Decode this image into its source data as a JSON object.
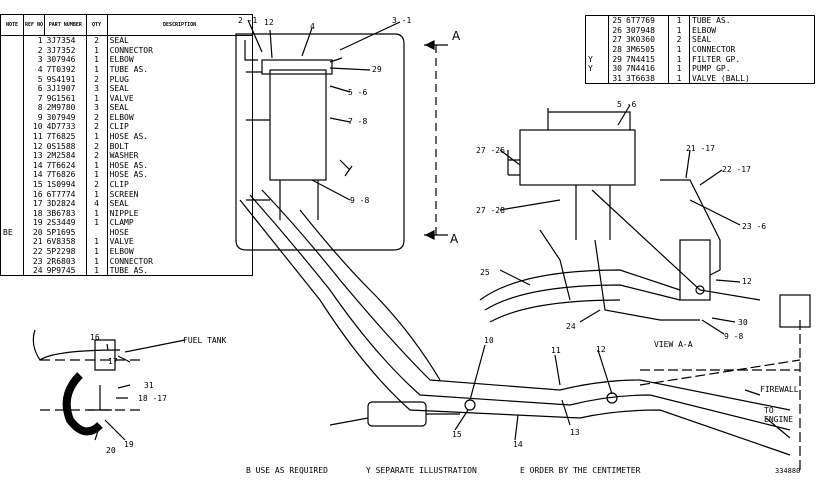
{
  "parts_table_left": {
    "headers": {
      "note": "NOTE",
      "ref": "REF NO",
      "part": "PART NUMBER",
      "qty": "QTY",
      "desc": "DESCRIPTION"
    },
    "rows": [
      {
        "note": "",
        "ref": "1",
        "part": "3J7354",
        "qty": "2",
        "desc": "SEAL"
      },
      {
        "note": "",
        "ref": "2",
        "part": "3J7352",
        "qty": "1",
        "desc": "CONNECTOR"
      },
      {
        "note": "",
        "ref": "3",
        "part": "307946",
        "qty": "1",
        "desc": "ELBOW"
      },
      {
        "note": "",
        "ref": "4",
        "part": "7T0392",
        "qty": "1",
        "desc": "TUBE AS."
      },
      {
        "note": "",
        "ref": "5",
        "part": "9S4191",
        "qty": "2",
        "desc": "PLUG"
      },
      {
        "note": "",
        "ref": "6",
        "part": "3J1907",
        "qty": "3",
        "desc": "SEAL"
      },
      {
        "note": "",
        "ref": "7",
        "part": "9G1561",
        "qty": "1",
        "desc": "VALVE"
      },
      {
        "note": "",
        "ref": "8",
        "part": "2M9780",
        "qty": "3",
        "desc": "SEAL"
      },
      {
        "note": "",
        "ref": "9",
        "part": "307949",
        "qty": "2",
        "desc": "ELBOW"
      },
      {
        "note": "",
        "ref": "10",
        "part": "4D7733",
        "qty": "2",
        "desc": "CLIP"
      },
      {
        "note": "",
        "ref": "11",
        "part": "7T6825",
        "qty": "1",
        "desc": "HOSE AS."
      },
      {
        "note": "",
        "ref": "12",
        "part": "0S1588",
        "qty": "2",
        "desc": "BOLT"
      },
      {
        "note": "",
        "ref": "13",
        "part": "2M2584",
        "qty": "2",
        "desc": "WASHER"
      },
      {
        "note": "",
        "ref": "14",
        "part": "7T6624",
        "qty": "1",
        "desc": "HOSE AS."
      },
      {
        "note": "",
        "ref": "14",
        "part": "7T6826",
        "qty": "1",
        "desc": "HOSE AS."
      },
      {
        "note": "",
        "ref": "15",
        "part": "1S0994",
        "qty": "2",
        "desc": "CLIP"
      },
      {
        "note": "",
        "ref": "16",
        "part": "6T7774",
        "qty": "1",
        "desc": "SCREEN"
      },
      {
        "note": "",
        "ref": "17",
        "part": "3D2824",
        "qty": "4",
        "desc": "SEAL"
      },
      {
        "note": "",
        "ref": "18",
        "part": "3B6783",
        "qty": "1",
        "desc": "NIPPLE"
      },
      {
        "note": "",
        "ref": "19",
        "part": "2S3449",
        "qty": "1",
        "desc": "CLAMP"
      },
      {
        "note": "BE",
        "ref": "20",
        "part": "5P1695",
        "qty": "",
        "desc": "HOSE"
      },
      {
        "note": "",
        "ref": "21",
        "part": "6V8358",
        "qty": "1",
        "desc": "VALVE"
      },
      {
        "note": "",
        "ref": "22",
        "part": "5P2298",
        "qty": "1",
        "desc": "ELBOW"
      },
      {
        "note": "",
        "ref": "23",
        "part": "2R6803",
        "qty": "1",
        "desc": "CONNECTOR"
      },
      {
        "note": "",
        "ref": "24",
        "part": "9P9745",
        "qty": "1",
        "desc": "TUBE AS."
      }
    ]
  },
  "parts_table_right": {
    "rows": [
      {
        "note": "",
        "ref": "25",
        "part": "6T7769",
        "qty": "1",
        "desc": "TUBE AS."
      },
      {
        "note": "",
        "ref": "26",
        "part": "307948",
        "qty": "1",
        "desc": "ELBOW"
      },
      {
        "note": "",
        "ref": "27",
        "part": "3K0360",
        "qty": "2",
        "desc": "SEAL"
      },
      {
        "note": "",
        "ref": "28",
        "part": "3M6505",
        "qty": "1",
        "desc": "CONNECTOR"
      },
      {
        "note": "Y",
        "ref": "29",
        "part": "7N4415",
        "qty": "1",
        "desc": "FILTER GP."
      },
      {
        "note": "Y",
        "ref": "30",
        "part": "7N4416",
        "qty": "1",
        "desc": "PUMP GP."
      },
      {
        "note": "",
        "ref": "31",
        "part": "3T6638",
        "qty": "1",
        "desc": "VALVE   (BALL)"
      }
    ]
  },
  "callouts": {
    "c2_1": "2 -1",
    "c12_top": "12",
    "c4": "4",
    "c3_1": "3 -1",
    "c29": "29",
    "c5_6_top": "5 -6",
    "c7_8": "7 -8",
    "c9_8_left": "9 -8",
    "sec_a_top": "A",
    "sec_a_bot": "A",
    "c5_6_right": "5 -6",
    "c27_26": "27 -26",
    "c27_28": "27 -28",
    "c21_17": "21 -17",
    "c22_17": "22 -17",
    "c23_6": "23 -6",
    "c25": "25",
    "c12_right": "12",
    "c24": "24",
    "c30": "30",
    "c9_8_right": "9 -8",
    "view_label": "VIEW  A-A",
    "c16": "16",
    "c17": "17",
    "fuel_tank": "FUEL TANK",
    "c31": "31",
    "c18_17": "18 -17",
    "c20": "20",
    "c19": "19",
    "c10": "10",
    "c11": "11",
    "c12_mid": "12",
    "c15": "15",
    "c14": "14",
    "c13": "13",
    "firewall": "FIREWALL",
    "to_engine": "TO\nENGINE",
    "doc_number": "334880"
  },
  "footnotes": {
    "b": "B   USE AS REQUIRED",
    "y": "Y   SEPARATE ILLUSTRATION",
    "e": "E   ORDER BY THE CENTIMETER"
  }
}
